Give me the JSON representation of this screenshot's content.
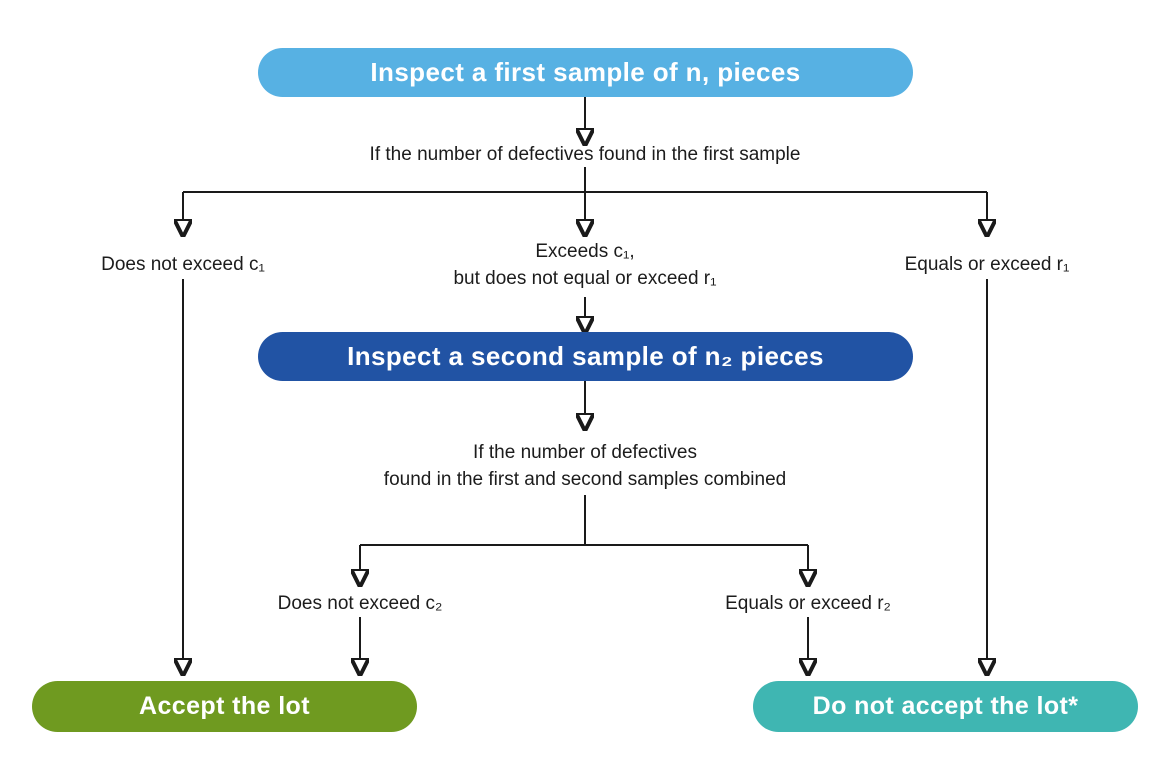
{
  "diagram": {
    "type": "flowchart",
    "subject": "Double sampling inspection plan",
    "nodes": {
      "first_sample": {
        "label": "Inspect a first sample of n, pieces",
        "color": "#57b1e3"
      },
      "second_sample": {
        "label": "Inspect a second sample of n₂ pieces",
        "color": "#2153a4"
      },
      "accept": {
        "label": "Accept the lot",
        "color": "#6f9a20"
      },
      "reject": {
        "label": "Do not accept the lot*",
        "color": "#3fb6b2"
      }
    },
    "labels": {
      "first_condition": "If the number of defectives found in the first sample",
      "branch1_left": "Does not exceed c₁",
      "branch1_center_line1": "Exceeds c₁,",
      "branch1_center_line2": "but does not equal or exceed r₁",
      "branch1_right": "Equals or exceed r₁",
      "second_condition_line1": "If the number of defectives",
      "second_condition_line2": "found in the first and second samples combined",
      "branch2_left": "Does not exceed c₂",
      "branch2_right": "Equals or exceed r₂"
    },
    "line_color": "#1a1a1a",
    "background_color": "#ffffff"
  }
}
